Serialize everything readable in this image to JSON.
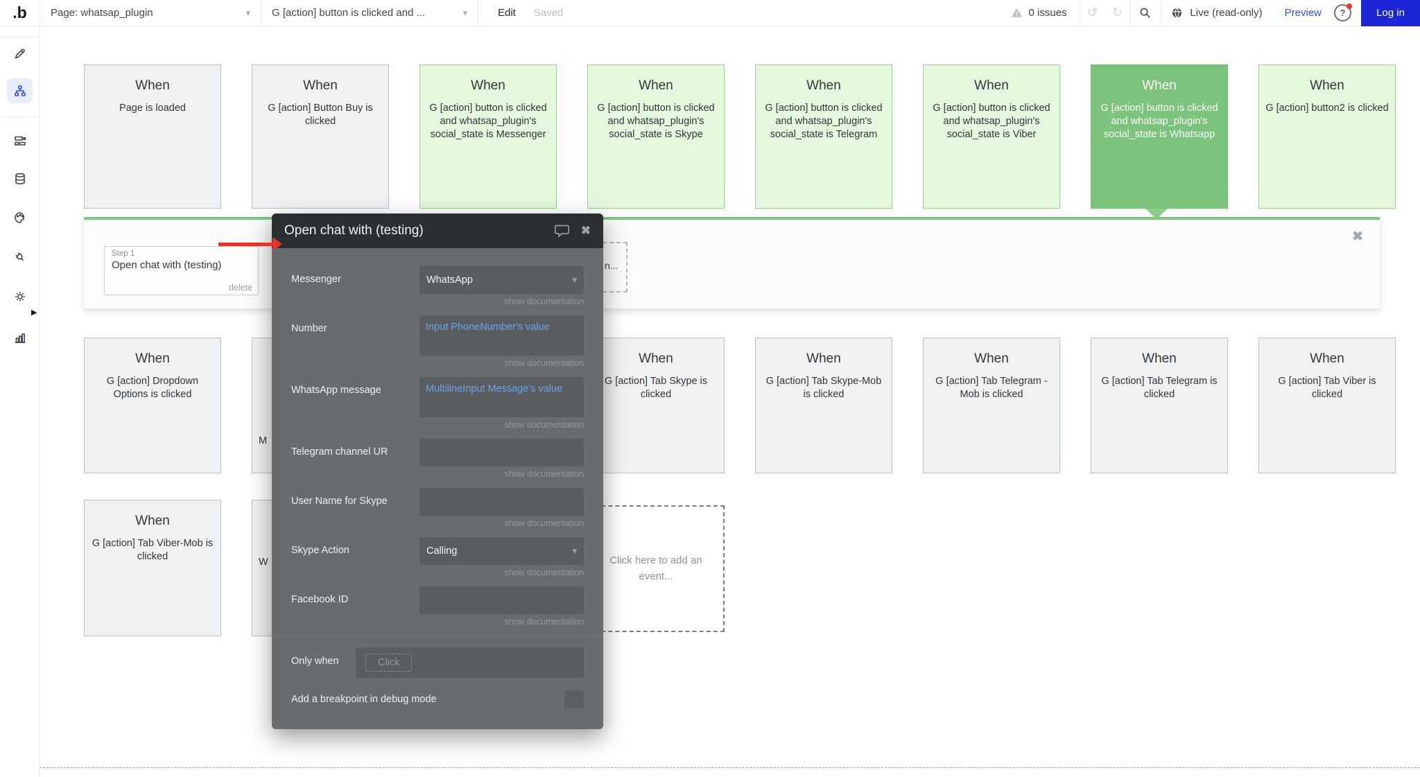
{
  "topbar": {
    "logo": ".b",
    "page_selector": "Page: whatsap_plugin",
    "workflow_selector": "G [action] button is clicked and ...",
    "edit_label": "Edit",
    "saved_label": "Saved",
    "issues_label": "0 issues",
    "live_label": "Live (read-only)",
    "preview_label": "Preview",
    "login_label": "Log in"
  },
  "sidebar": {
    "items": [
      {
        "id": "design",
        "icon": "pencil-icon",
        "selected": false
      },
      {
        "id": "workflow",
        "icon": "workflow-icon",
        "selected": true
      },
      {
        "id": "responsive",
        "icon": "layout-icon",
        "selected": false
      },
      {
        "id": "data",
        "icon": "database-icon",
        "selected": false
      },
      {
        "id": "styles",
        "icon": "palette-icon",
        "selected": false
      },
      {
        "id": "plugins",
        "icon": "plug-icon",
        "selected": false
      },
      {
        "id": "settings",
        "icon": "gear-icon",
        "selected": false
      },
      {
        "id": "logs",
        "icon": "chart-icon",
        "selected": false
      }
    ]
  },
  "canvas": {
    "when_label": "When",
    "row1": [
      {
        "text": "Page is loaded",
        "style": "gray"
      },
      {
        "text": "G [action] Button Buy is clicked",
        "style": "gray"
      },
      {
        "text": "G [action] button is clicked and whatsap_plugin's social_state is Messenger",
        "style": "green"
      },
      {
        "text": "G [action] button is clicked and whatsap_plugin's social_state is Skype",
        "style": "green"
      },
      {
        "text": "G [action] button is clicked and whatsap_plugin's social_state is Telegram",
        "style": "green"
      },
      {
        "text": "G [action] button is clicked and whatsap_plugin's social_state is Viber",
        "style": "green"
      },
      {
        "text": "G [action] button is clicked and whatsap_plugin's social_state is Whatsapp",
        "style": "selected"
      },
      {
        "text": "G [action] button2 is clicked",
        "style": "green"
      }
    ],
    "row2": [
      {
        "text": "G [action] Dropdown Options is clicked"
      },
      {
        "fragment": "M"
      },
      null,
      {
        "text": "G [action] Tab Skype is clicked"
      },
      {
        "text": "G [action] Tab Skype-Mob is clicked"
      },
      {
        "text": "G [action] Tab Telegram - Mob is clicked"
      },
      {
        "text": "G [action] Tab Telegram is clicked"
      },
      {
        "text": "G [action] Tab Viber is clicked"
      }
    ],
    "row3": [
      {
        "text": "G [action] Tab Viber-Mob is clicked"
      },
      {
        "fragment": "W"
      },
      null,
      {
        "text": "Click here to add an event..."
      }
    ],
    "step": {
      "label": "Step 1",
      "title": "Open chat with (testing)",
      "delete_label": "delete",
      "hidden_action_fragment": "n..."
    }
  },
  "modal": {
    "title": "Open chat with (testing)",
    "doc_link": "show documentation",
    "fields": [
      {
        "label": "Messenger",
        "type": "dropdown",
        "value": "WhatsApp"
      },
      {
        "label": "Number",
        "type": "expression",
        "value": "Input PhoneNumber's value"
      },
      {
        "label": "WhatsApp message",
        "type": "expression",
        "value": "MultilineInput Message's value"
      },
      {
        "label": "Telegram channel UR",
        "type": "text",
        "value": ""
      },
      {
        "label": "User Name for Skype",
        "type": "text",
        "value": ""
      },
      {
        "label": "Skype Action",
        "type": "dropdown",
        "value": "Calling"
      },
      {
        "label": "Facebook ID",
        "type": "text",
        "value": ""
      }
    ],
    "only_when_label": "Only when",
    "only_when_placeholder": "Click",
    "breakpoint_label": "Add a breakpoint in debug mode"
  },
  "colors": {
    "accent_green": "#7cc47c",
    "light_green_bg": "#e4f8de",
    "green_border": "#9bd591",
    "login_blue": "#1c26d6",
    "preview_blue": "#2d50ec",
    "expression_blue": "#6ba4ea",
    "annotation_red": "#e63228"
  }
}
